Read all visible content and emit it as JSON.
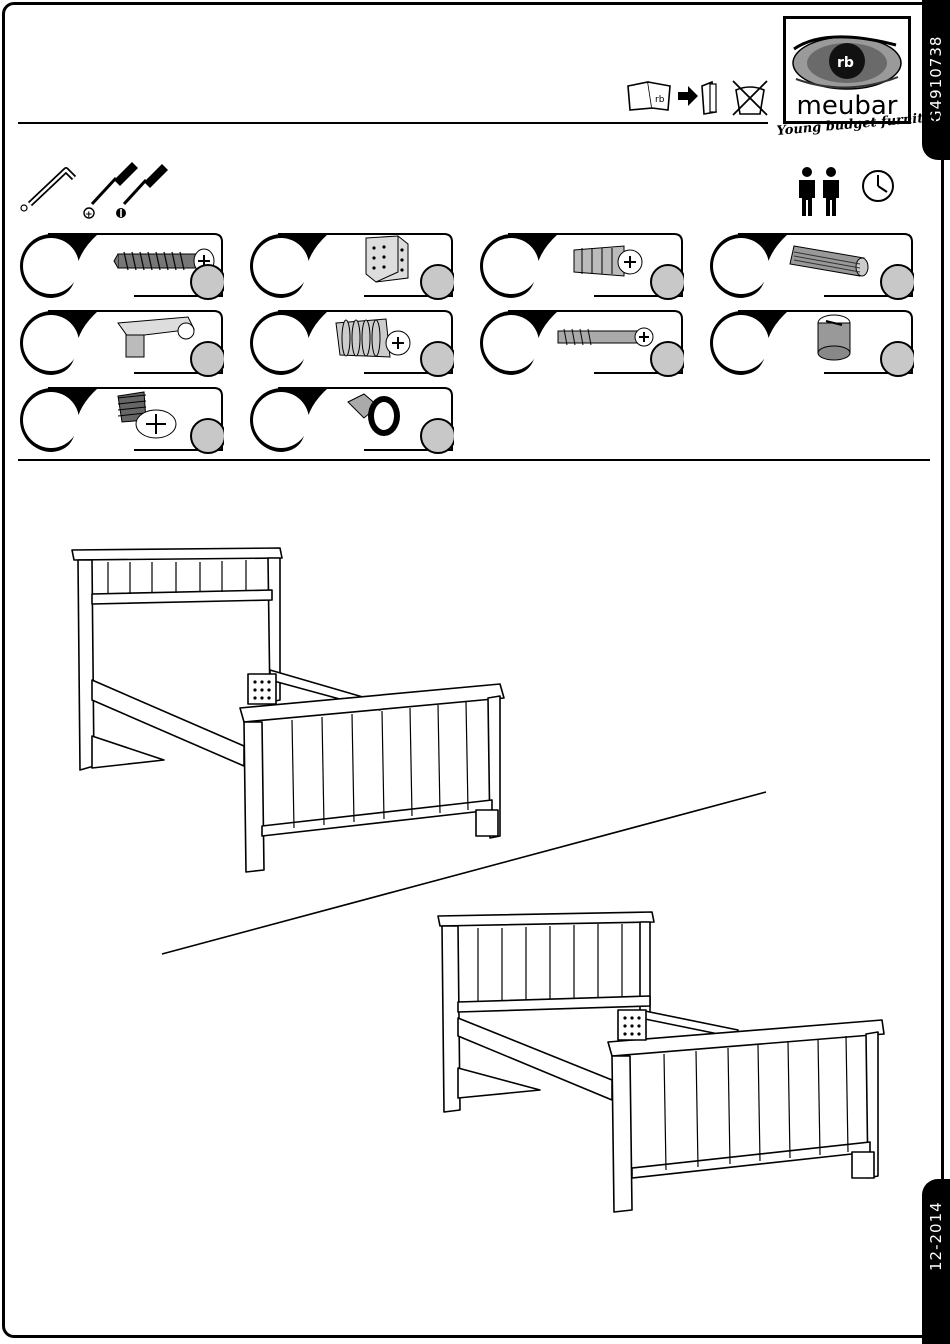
{
  "header": {
    "document_code": "G4910738",
    "date": "12-2014",
    "brand": {
      "name": "meubar",
      "tagline": "Young budget furniture",
      "emblem": "rb"
    }
  },
  "icons": {
    "manual_store": "manual-keep-icon",
    "no_water": "no-water-icon",
    "tools": [
      "allen-key-icon",
      "phillips-screwdriver-icon",
      "flat-screwdriver-icon"
    ],
    "people": "two-persons-icon",
    "time": "clock-icon"
  },
  "parts": [
    {
      "id": "screw-long",
      "row": 0,
      "col": 0
    },
    {
      "id": "corner-bracket",
      "row": 0,
      "col": 1
    },
    {
      "id": "plastic-dowel",
      "row": 0,
      "col": 2
    },
    {
      "id": "wooden-dowel",
      "row": 0,
      "col": 3
    },
    {
      "id": "cam-connector",
      "row": 1,
      "col": 0
    },
    {
      "id": "expansion-plug",
      "row": 1,
      "col": 1
    },
    {
      "id": "connector-bolt",
      "row": 1,
      "col": 2
    },
    {
      "id": "cam-lock",
      "row": 1,
      "col": 3
    },
    {
      "id": "short-screw",
      "row": 2,
      "col": 0
    },
    {
      "id": "glide-foot",
      "row": 2,
      "col": 1
    }
  ],
  "colors": {
    "ink": "#000000",
    "bubble": "#c8c8c8",
    "paper": "#ffffff"
  }
}
